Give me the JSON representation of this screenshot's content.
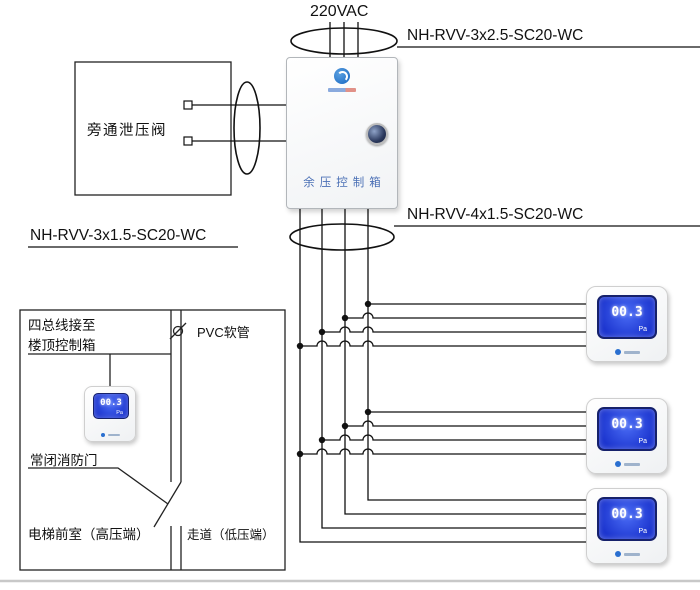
{
  "labels": {
    "power": "220VAC",
    "cable_top": "NH-RVV-3x2.5-SC20-WC",
    "cable_right": "NH-RVV-4x1.5-SC20-WC",
    "cable_left": "NH-RVV-3x1.5-SC20-WC"
  },
  "valve_box": {
    "label": "旁通泄压阀"
  },
  "control_box": {
    "label": "余压控制箱",
    "accent_color": "#4a6fb5"
  },
  "room": {
    "bus_note_line1": "四总线接至",
    "bus_note_line2": "楼顶控制箱",
    "pvc_label": "PVC软管",
    "door_label": "常闭消防门",
    "zone_left": "电梯前室（高压端）",
    "zone_right": "走道（低压端）"
  },
  "detector": {
    "lcd_value": "00.3",
    "lcd_unit": "Pa"
  },
  "colors": {
    "wire": "#111111",
    "lcd_blue": "#1c35cf"
  }
}
